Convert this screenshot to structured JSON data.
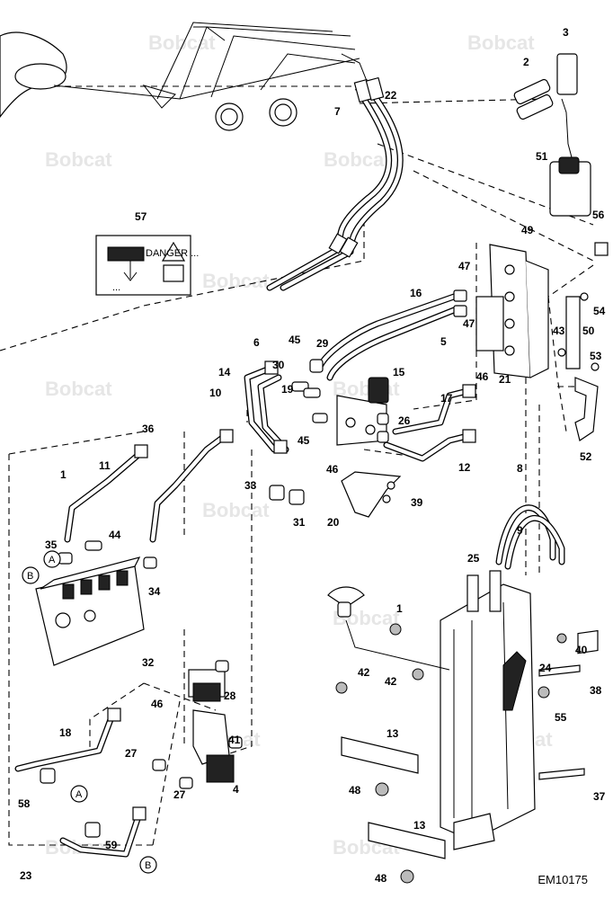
{
  "watermark": "Bobcat",
  "decal": {
    "line1": "DANGER ...",
    "line2": "..."
  },
  "callouts": [
    {
      "n": "2"
    },
    {
      "n": "3"
    },
    {
      "n": "22"
    },
    {
      "n": "7"
    },
    {
      "n": "51"
    },
    {
      "n": "56"
    },
    {
      "n": "57"
    },
    {
      "n": "49"
    },
    {
      "n": "47"
    },
    {
      "n": "47"
    },
    {
      "n": "16"
    },
    {
      "n": "5"
    },
    {
      "n": "54"
    },
    {
      "n": "43"
    },
    {
      "n": "50"
    },
    {
      "n": "53"
    },
    {
      "n": "52"
    },
    {
      "n": "6"
    },
    {
      "n": "45"
    },
    {
      "n": "29"
    },
    {
      "n": "30"
    },
    {
      "n": "14"
    },
    {
      "n": "15"
    },
    {
      "n": "46"
    },
    {
      "n": "21"
    },
    {
      "n": "17"
    },
    {
      "n": "19"
    },
    {
      "n": "26"
    },
    {
      "n": "45"
    },
    {
      "n": "12"
    },
    {
      "n": "10"
    },
    {
      "n": "36"
    },
    {
      "n": "1"
    },
    {
      "n": "11"
    },
    {
      "n": "46"
    },
    {
      "n": "39"
    },
    {
      "n": "33"
    },
    {
      "n": "31"
    },
    {
      "n": "20"
    },
    {
      "n": "8"
    },
    {
      "n": "9"
    },
    {
      "n": "44"
    },
    {
      "n": "35"
    },
    {
      "n": "34"
    },
    {
      "n": "25"
    },
    {
      "n": "1"
    },
    {
      "n": "40"
    },
    {
      "n": "42"
    },
    {
      "n": "42"
    },
    {
      "n": "24"
    },
    {
      "n": "38"
    },
    {
      "n": "32"
    },
    {
      "n": "28"
    },
    {
      "n": "46"
    },
    {
      "n": "55"
    },
    {
      "n": "18"
    },
    {
      "n": "41"
    },
    {
      "n": "27"
    },
    {
      "n": "13"
    },
    {
      "n": "27"
    },
    {
      "n": "4"
    },
    {
      "n": "48"
    },
    {
      "n": "37"
    },
    {
      "n": "58"
    },
    {
      "n": "13"
    },
    {
      "n": "59"
    },
    {
      "n": "23"
    },
    {
      "n": "48"
    }
  ],
  "circled_markers": [
    {
      "letter": "B"
    },
    {
      "letter": "A"
    },
    {
      "letter": "A"
    },
    {
      "letter": "B"
    }
  ],
  "reference_code": "EM10175"
}
